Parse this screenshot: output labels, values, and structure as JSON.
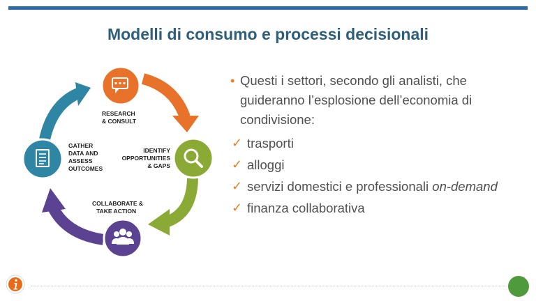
{
  "slide": {
    "title": "Modelli di consumo e processi decisionali"
  },
  "cycle": {
    "steps": [
      {
        "line1": "RESEARCH",
        "line2": "& CONSULT",
        "color": "#e8722a",
        "icon": "speech-bubble-icon"
      },
      {
        "line1": "IDENTIFY",
        "line2": "OPPORTUNITIES",
        "line3": "& GAPS",
        "color": "#8aaa35",
        "icon": "magnifier-icon"
      },
      {
        "line1": "COLLABORATE &",
        "line2": "TAKE ACTION",
        "color": "#5b4392",
        "icon": "people-icon"
      },
      {
        "line1": "GATHER",
        "line2": "DATA AND",
        "line3": "ASSESS",
        "line4": "OUTCOMES",
        "color": "#2f86a4",
        "icon": "checklist-icon"
      }
    ]
  },
  "content": {
    "intro": "Questi i settori, secondo gli analisti, che guideranno l’esplosione dell’economia di condivisione:",
    "sectors": [
      {
        "text": "trasporti"
      },
      {
        "text": "alloggi"
      },
      {
        "text": "servizi domestici e professionali ",
        "suffix": "on-demand"
      },
      {
        "text": "finanza collaborativa"
      }
    ]
  },
  "colors": {
    "accent": "#e67e22",
    "title": "#2e5f7a",
    "rule": "#2e6aa8",
    "footer_dot": "#4f9a3c"
  }
}
